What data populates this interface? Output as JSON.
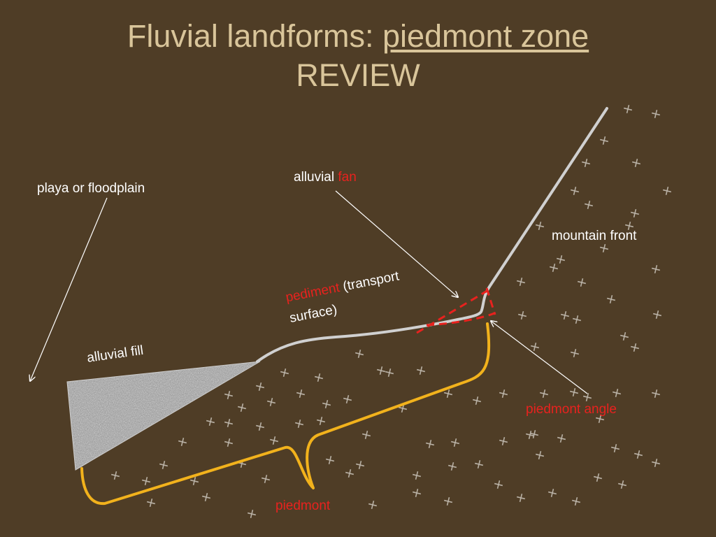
{
  "title": {
    "prefix": "Fluvial landforms: ",
    "underlined": "piedmont zone",
    "line2": "REVIEW"
  },
  "labels": {
    "playa": "playa or floodplain",
    "alluvial_fan_prefix": "alluvial ",
    "alluvial_fan_red": "fan",
    "mountain_front": "mountain front",
    "pediment_red": "pediment",
    "pediment_rest": " (transport",
    "pediment_line2": "surface)",
    "alluvial_fill": "alluvial fill",
    "piedmont_angle": "piedmont angle",
    "piedmont": "piedmont"
  },
  "colors": {
    "background": "#4f3d26",
    "title": "#d9c59a",
    "profile": "#d0d0d0",
    "bracket": "#f2b21c",
    "highlight": "#e8221e",
    "crosses": "#b8b0a4"
  }
}
